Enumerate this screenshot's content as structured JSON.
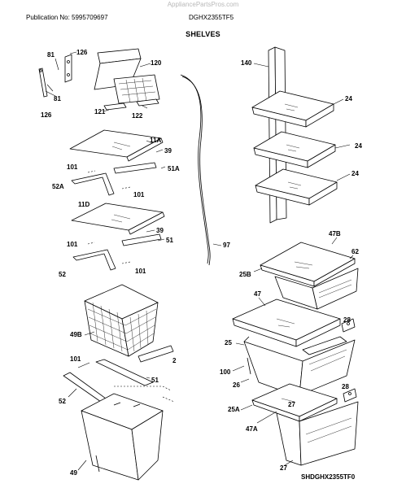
{
  "header": {
    "publication": "Publication No: 5995709697",
    "model": "DGHX2355TF5",
    "watermark": "AppliancePartsPros.com"
  },
  "title": "SHELVES",
  "footer": "SHDGHX2355TF0",
  "callouts": [
    {
      "id": "c-81a",
      "text": "81"
    },
    {
      "id": "c-126a",
      "text": "126"
    },
    {
      "id": "c-120",
      "text": "120"
    },
    {
      "id": "c-81b",
      "text": "81"
    },
    {
      "id": "c-126b",
      "text": "126"
    },
    {
      "id": "c-121",
      "text": "121"
    },
    {
      "id": "c-122",
      "text": "122"
    },
    {
      "id": "c-140",
      "text": "140"
    },
    {
      "id": "c-24a",
      "text": "24"
    },
    {
      "id": "c-24b",
      "text": "24"
    },
    {
      "id": "c-24c",
      "text": "24"
    },
    {
      "id": "c-11a",
      "text": "11A"
    },
    {
      "id": "c-39a",
      "text": "39"
    },
    {
      "id": "c-101a",
      "text": "101"
    },
    {
      "id": "c-51a",
      "text": "51A"
    },
    {
      "id": "c-52a",
      "text": "52A"
    },
    {
      "id": "c-101b",
      "text": "101"
    },
    {
      "id": "c-11d",
      "text": "11D"
    },
    {
      "id": "c-39b",
      "text": "39"
    },
    {
      "id": "c-101c",
      "text": "101"
    },
    {
      "id": "c-51",
      "text": "51"
    },
    {
      "id": "c-52a2",
      "text": "52"
    },
    {
      "id": "c-101d",
      "text": "101"
    },
    {
      "id": "c-97",
      "text": "97"
    },
    {
      "id": "c-47b",
      "text": "47B"
    },
    {
      "id": "c-62",
      "text": "62"
    },
    {
      "id": "c-25b",
      "text": "25B"
    },
    {
      "id": "c-47",
      "text": "47"
    },
    {
      "id": "c-28a",
      "text": "28"
    },
    {
      "id": "c-25",
      "text": "25"
    },
    {
      "id": "c-49b",
      "text": "49B"
    },
    {
      "id": "c-2",
      "text": "2"
    },
    {
      "id": "c-101e",
      "text": "101"
    },
    {
      "id": "c-100",
      "text": "100"
    },
    {
      "id": "c-26",
      "text": "26"
    },
    {
      "id": "c-27a",
      "text": "27"
    },
    {
      "id": "c-51b",
      "text": "51"
    },
    {
      "id": "c-28b",
      "text": "28"
    },
    {
      "id": "c-52b",
      "text": "52"
    },
    {
      "id": "c-25a",
      "text": "25A"
    },
    {
      "id": "c-47a",
      "text": "47A"
    },
    {
      "id": "c-49",
      "text": "49"
    },
    {
      "id": "c-27b",
      "text": "27"
    }
  ]
}
